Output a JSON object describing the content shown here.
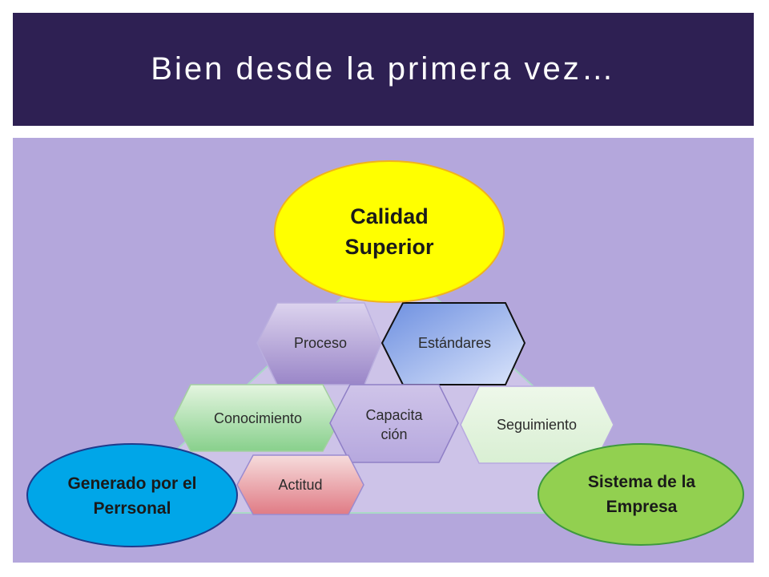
{
  "slide": {
    "title": "Bien desde la primera vez…"
  },
  "diagram": {
    "top_goal": "Calidad Superior",
    "base_left": "Generado por el Perrsonal",
    "base_right": "Sistema de la Empresa",
    "elements": {
      "proceso": "Proceso",
      "estandares": "Estándares",
      "conocimiento": "Conocimiento",
      "capacitacion": "Capacita ción",
      "seguimiento": "Seguimiento",
      "actitud": "Actitud"
    },
    "colors": {
      "title_band": "#2e2053",
      "panel": "#b4a7dc",
      "goal_yellow": "#ffff00",
      "base_left_blue": "#00a6e8",
      "base_right_green": "#92d050"
    }
  }
}
